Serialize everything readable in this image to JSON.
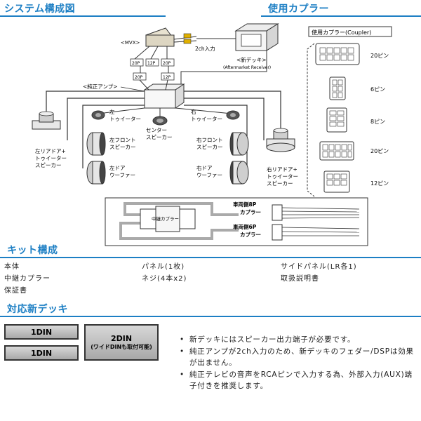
{
  "sections": {
    "system": "システム構成図",
    "coupler": "使用カプラー",
    "kit": "キット構成",
    "deck": "対応新デッキ"
  },
  "diagram": {
    "mvx": "<MVX>",
    "two_ch": "2ch入力",
    "new_deck": "<新デッキ>",
    "aftermarket": "(Aftermarket Receiver)",
    "oem_amp": "<純正アンプ>",
    "ports_top": [
      "20P",
      "12P",
      "20P"
    ],
    "ports_bottom": [
      "20P",
      "12P"
    ],
    "left_tweeter": [
      "左",
      "トゥイーター"
    ],
    "right_tweeter": [
      "右",
      "トゥイーター"
    ],
    "center": [
      "センター",
      "スピーカー"
    ],
    "left_front": [
      "左フロント",
      "スピーカー"
    ],
    "right_front": [
      "右フロント",
      "スピーカー"
    ],
    "left_door": [
      "左ドア",
      "ウーファー"
    ],
    "right_door": [
      "右ドア",
      "ウーファー"
    ],
    "left_rear": [
      "左リアドア+",
      "トゥイーター",
      "スピーカー"
    ],
    "right_rear": [
      "右リアドア+",
      "トゥイーター",
      "スピーカー"
    ]
  },
  "coupler_panel": {
    "title": "使用カプラー(Coupler)",
    "items": [
      "20ピン",
      "6ピン",
      "8ピン",
      "20ピン",
      "12ピン"
    ]
  },
  "harness": {
    "relay": "中継カプラー",
    "vehicle_side_1": [
      "車両側8P",
      "カプラー"
    ],
    "vehicle_side_2": [
      "車両側6P",
      "カプラー"
    ]
  },
  "kit": {
    "col1": [
      "本体",
      "中継カプラー",
      "保証書"
    ],
    "col2": [
      "パネル(1枚)",
      "ネジ(4本x2)"
    ],
    "col3": [
      "サイドパネル(LR各1)",
      "取扱説明書"
    ]
  },
  "deck": {
    "din1a": "1DIN",
    "din1b": "1DIN",
    "din2_title": "2DIN",
    "din2_sub": "(ワイドDINも取付可能)",
    "notes": [
      "新デッキにはスピーカー出力端子が必要です。",
      "純正アンプが2ch入力のため、新デッキのフェダー/DSPは効果が出ません。",
      "純正テレビの音声をRCAピンで入力する為、外部入力(AUX)端子付きを推奨します。"
    ]
  },
  "colors": {
    "accent": "#1d7fc4",
    "line": "#222222",
    "gray": "#cccccc"
  }
}
